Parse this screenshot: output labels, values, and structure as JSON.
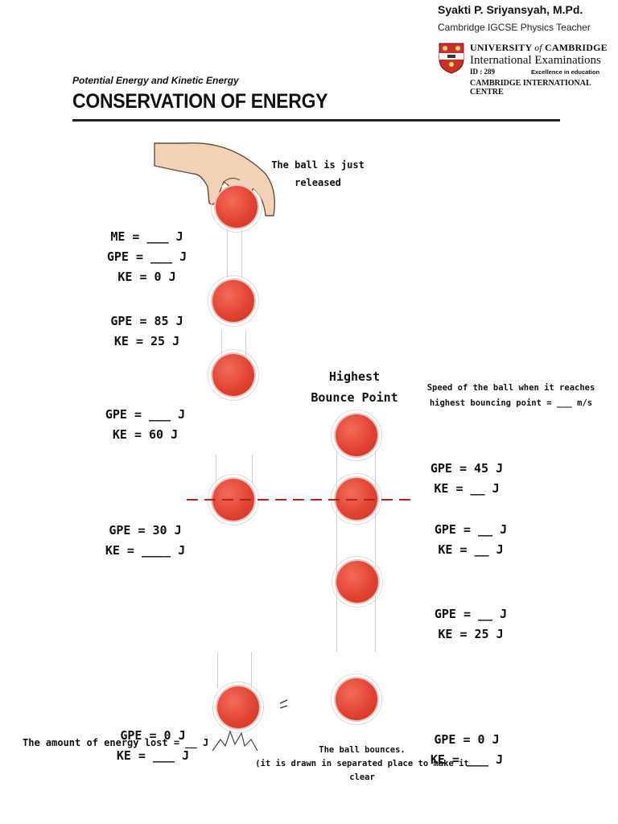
{
  "author": {
    "name": "Syakti P. Sriyansyah, M.Pd.",
    "role": "Cambridge IGCSE Physics Teacher"
  },
  "university": {
    "line1_a": "UNIVERSITY",
    "line1_of": "of",
    "line1_b": "CAMBRIDGE",
    "line2": "International Examinations",
    "id": "ID : 289",
    "tagline": "Excellence in education",
    "centre": "CAMBRIDGE INTERNATIONAL CENTRE"
  },
  "subtitle": "Potential Energy and Kinetic Energy",
  "title": "CONSERVATION OF ENERGY",
  "notes": {
    "released_1": "The ball is just",
    "released_2": "released",
    "highest_1": "Highest",
    "highest_2": "Bounce Point",
    "speed_1": "Speed of the ball when it reaches",
    "speed_2": "highest bouncing point = ___ m/s",
    "energy_lost": "The amount of energy lost = __ J",
    "bounce_1": "The ball bounces.",
    "bounce_2": "(it is drawn in separated place to make it clear"
  },
  "left_labels": [
    {
      "lines": [
        "ME = ___ J",
        "GPE = ___ J",
        "KE = 0 J"
      ]
    },
    {
      "lines": [
        "GPE = 85 J",
        "KE = 25 J"
      ]
    },
    {
      "lines": [
        "GPE = ___ J",
        "KE = 60 J"
      ]
    },
    {
      "lines": [
        "GPE = 30 J",
        "KE = ____ J"
      ]
    },
    {
      "lines": [
        "GPE = 0 J",
        "KE = ___ J"
      ]
    }
  ],
  "right_labels": [
    {
      "lines": [
        "GPE = 45 J",
        "KE = __ J"
      ]
    },
    {
      "lines": [
        "GPE = __ J",
        "KE = __ J"
      ]
    },
    {
      "lines": [
        "GPE = __ J",
        "KE = 25 J"
      ]
    },
    {
      "lines": [
        "GPE = 0 J",
        "KE = ___ J"
      ]
    }
  ],
  "colors": {
    "ball": "#e24433",
    "dashed_line": "#b22222"
  }
}
